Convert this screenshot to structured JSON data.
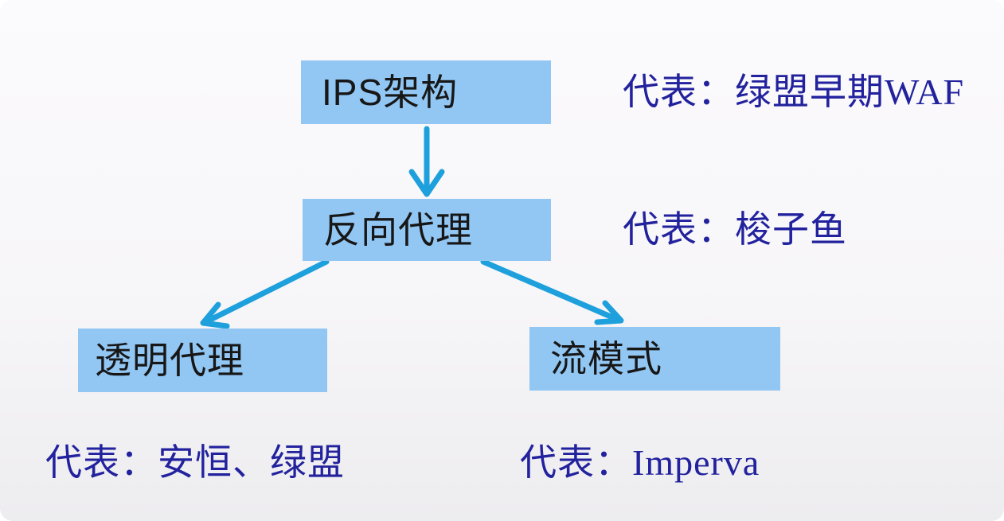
{
  "diagram": {
    "nodes": [
      {
        "id": "ips",
        "label": "IPS架构"
      },
      {
        "id": "reverse-proxy",
        "label": "反向代理"
      },
      {
        "id": "transparent-proxy",
        "label": "透明代理"
      },
      {
        "id": "stream-mode",
        "label": "流模式"
      }
    ],
    "annotations": [
      {
        "for": "ips",
        "text": "代表：绿盟早期WAF"
      },
      {
        "for": "reverse-proxy",
        "text": "代表：梭子鱼"
      },
      {
        "for": "transparent-proxy",
        "text": "代表：安恒、绿盟"
      },
      {
        "for": "stream-mode",
        "text": "代表：Imperva"
      }
    ],
    "edges": [
      {
        "from": "ips",
        "to": "reverse-proxy"
      },
      {
        "from": "reverse-proxy",
        "to": "transparent-proxy"
      },
      {
        "from": "reverse-proxy",
        "to": "stream-mode"
      }
    ],
    "colors": {
      "node_fill": "#92C6F3",
      "node_text": "#171717",
      "arrow": "#1EA0DD",
      "annotation_text": "#22229E",
      "canvas_background": "#F6F5F7"
    }
  }
}
